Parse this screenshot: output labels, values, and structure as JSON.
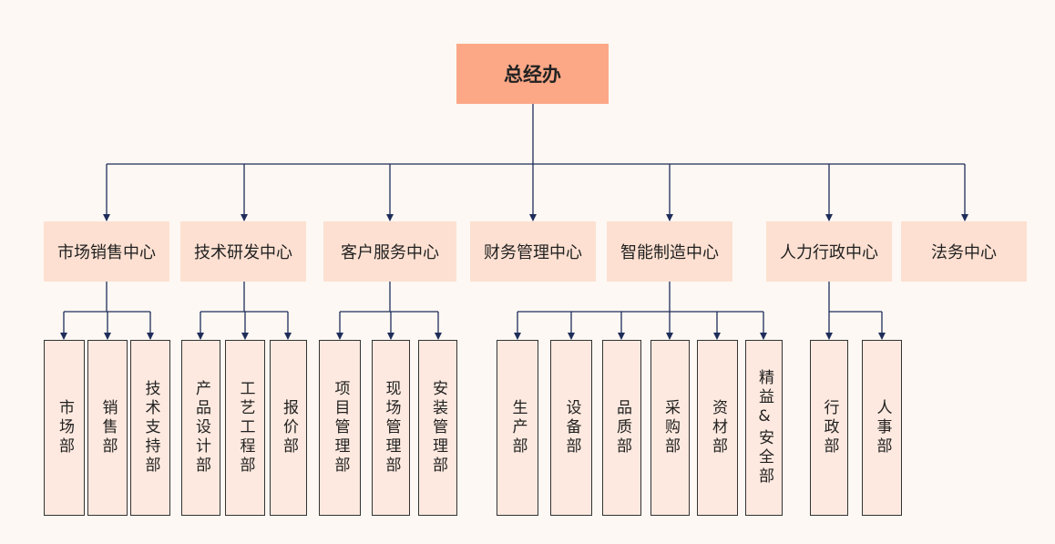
{
  "org_chart": {
    "root": "总经办",
    "centers": [
      {
        "name": "市场销售中心",
        "departments": [
          "市场部",
          "销售部",
          "技术支持部"
        ]
      },
      {
        "name": "技术研发中心",
        "departments": [
          "产品设计部",
          "工艺工程部",
          "报价部"
        ]
      },
      {
        "name": "客户服务中心",
        "departments": [
          "项目管理部",
          "现场管理部",
          "安装管理部"
        ]
      },
      {
        "name": "财务管理中心",
        "departments": []
      },
      {
        "name": "智能制造中心",
        "departments": [
          "生产部",
          "设备部",
          "品质部",
          "采购部",
          "资材部",
          "精益&安全部"
        ]
      },
      {
        "name": "人力行政中心",
        "departments": [
          "行政部",
          "人事部"
        ]
      },
      {
        "name": "法务中心",
        "departments": []
      }
    ]
  },
  "colors": {
    "background": "#fdf8f3",
    "root_fill": "#fca887",
    "center_fill": "#fde0d1",
    "department_fill": "#fde9df",
    "department_border": "#333333",
    "connector": "#1f2d5a"
  }
}
